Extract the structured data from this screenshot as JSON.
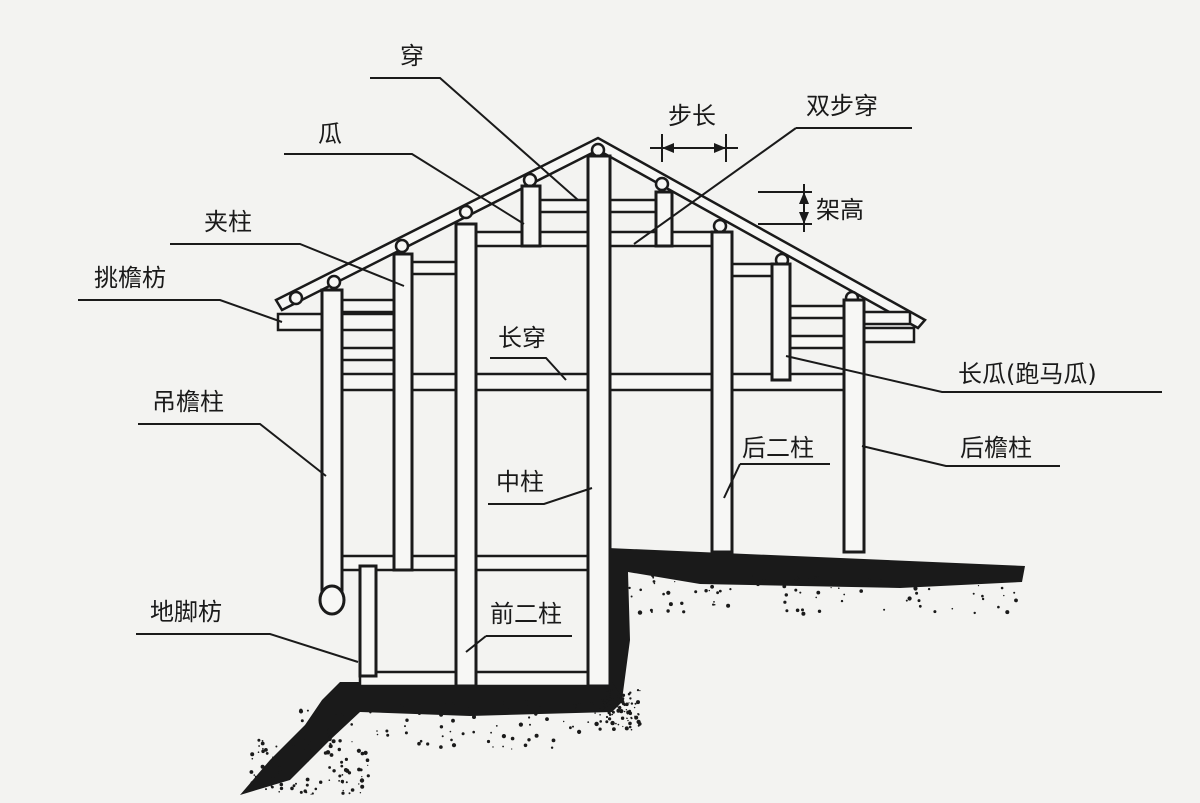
{
  "diagram": {
    "labels": {
      "chuan": "穿",
      "gua": "瓜",
      "bu_chang": "步长",
      "shuang_bu_chuan": "双步穿",
      "jia_gao": "架高",
      "jia_zhu": "夹柱",
      "tiao_yan_fang": "挑檐枋",
      "chang_chuan": "长穿",
      "chang_gua": "长瓜(跑马瓜)",
      "diao_yan_zhu": "吊檐柱",
      "hou_er_zhu": "后二柱",
      "hou_yan_zhu": "后檐柱",
      "zhong_zhu": "中柱",
      "di_jiao_fang": "地脚枋",
      "qian_er_zhu": "前二柱"
    },
    "colors": {
      "ink": "#1a1a1a",
      "paper": "#f3f3f1"
    }
  }
}
